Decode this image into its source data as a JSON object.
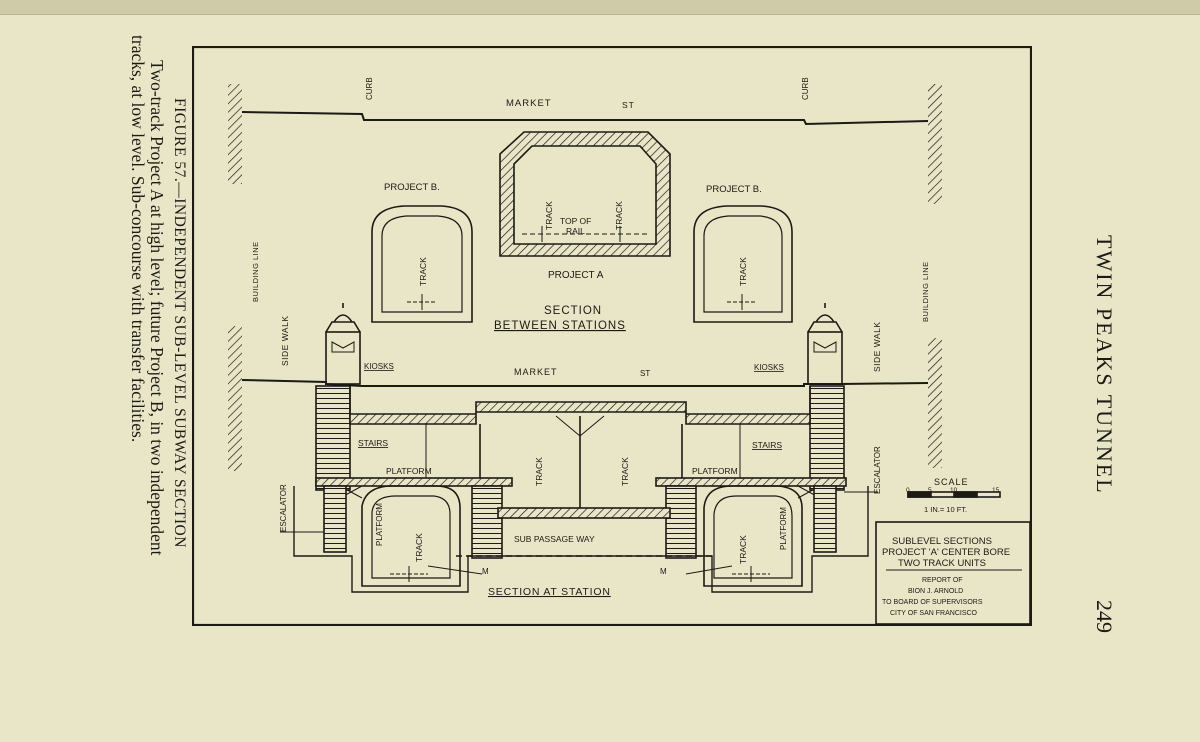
{
  "page": {
    "running_head": "TWIN PEAKS TUNNEL",
    "page_number": "249"
  },
  "caption": {
    "title": "FIGURE 57.—INDEPENDENT SUB-LEVEL SUBWAY SECTION",
    "line1": "Two-track Project A at high level; future Project B, in two independent",
    "line2": "tracks, at low level. Sub-concourse with transfer facilities."
  },
  "drawing": {
    "street": "MARKET",
    "st": "ST",
    "curb": "CURB",
    "project_b": "PROJECT B.",
    "project_a": "PROJECT A",
    "track": "TRACK",
    "top_of": "TOP OF",
    "rail": "RAIL",
    "building_line": "BUILDING LINE",
    "side_walk": "SIDE WALK",
    "section_between_1": "SECTION",
    "section_between_2": "BETWEEN STATIONS",
    "kiosks": "KIOSKS",
    "stairs": "STAIRS",
    "platform": "PLATFORM",
    "escalator": "ESCALATOR",
    "sub_passage": "SUB PASSAGE WAY",
    "m": "M",
    "section_at_station": "SECTION AT STATION",
    "scale": {
      "label": "SCALE",
      "ticks": [
        "0",
        "5",
        "10",
        "15"
      ],
      "note": "1 IN.= 10 FT."
    },
    "title_block": {
      "l1": "SUBLEVEL SECTIONS",
      "l2": "PROJECT 'A' CENTER BORE",
      "l3": "TWO TRACK UNITS",
      "l4": "REPORT OF",
      "l5": "BION J. ARNOLD",
      "l6": "TO BOARD OF SUPERVISORS",
      "l7": "CITY OF SAN FRANCISCO"
    }
  }
}
